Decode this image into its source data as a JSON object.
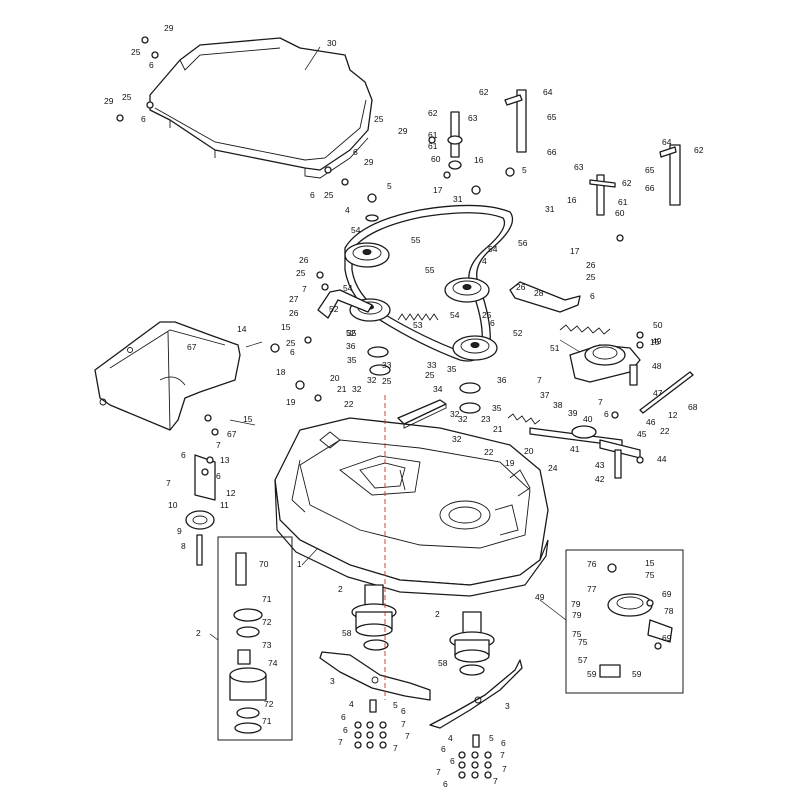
{
  "callouts": {
    "c1": "1",
    "c2": "2",
    "c3": "3",
    "c4": "4",
    "c5": "5",
    "c6": "6",
    "c7": "7",
    "c8": "8",
    "c9": "9",
    "c10": "10",
    "c11": "11",
    "c12": "12",
    "c13": "13",
    "c14": "14",
    "c15": "15",
    "c16": "16",
    "c17": "17",
    "c18": "18",
    "c19": "19",
    "c20": "20",
    "c21": "21",
    "c22": "22",
    "c23": "23",
    "c24": "24",
    "c25": "25",
    "c26": "26",
    "c27": "27",
    "c28": "28",
    "c29": "29",
    "c30": "30",
    "c31": "31",
    "c32": "32",
    "c33": "33",
    "c34": "34",
    "c35": "35",
    "c36": "36",
    "c37": "37",
    "c38": "38",
    "c39": "39",
    "c40": "40",
    "c41": "41",
    "c42": "42",
    "c43": "43",
    "c44": "44",
    "c45": "45",
    "c46": "46",
    "c47": "47",
    "c48": "48",
    "c49": "49",
    "c50": "50",
    "c51": "51",
    "c52": "52",
    "c53": "53",
    "c54": "54",
    "c55": "55",
    "c56": "56",
    "c57": "57",
    "c58": "58",
    "c59": "59",
    "c60": "60",
    "c61": "61",
    "c62": "62",
    "c63": "63",
    "c64": "64",
    "c65": "65",
    "c66": "66",
    "c67": "67",
    "c68": "68",
    "c69": "69",
    "c70": "70",
    "c71": "71",
    "c72": "72",
    "c73": "73",
    "c74": "74",
    "c75": "75",
    "c76": "76",
    "c77": "77",
    "c78": "78",
    "c79": "79"
  },
  "colors": {
    "line": "#1a1a1a",
    "background": "#ffffff",
    "centerline": "#c0392b"
  }
}
